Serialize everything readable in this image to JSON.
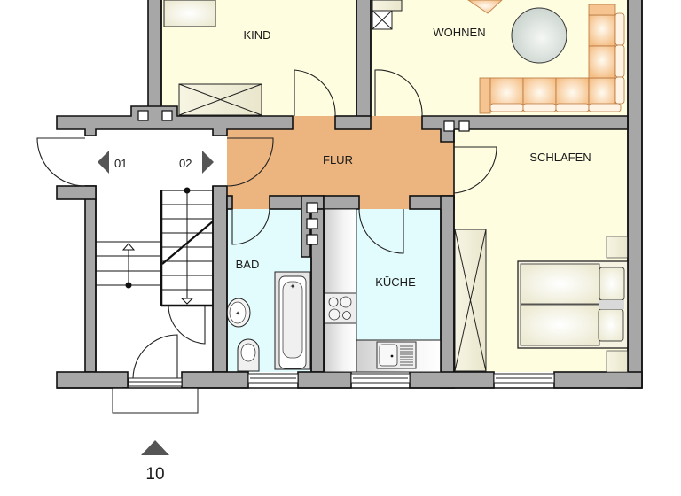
{
  "floorplan": {
    "rooms": [
      {
        "id": "kind",
        "label": "KIND"
      },
      {
        "id": "wohnen",
        "label": "WOHNEN"
      },
      {
        "id": "flur",
        "label": "FLUR"
      },
      {
        "id": "schlafen",
        "label": "SCHLAFEN"
      },
      {
        "id": "bad",
        "label": "BAD"
      },
      {
        "id": "kueche",
        "label": "KÜCHE"
      }
    ],
    "stairwell": {
      "unit_left": "01",
      "unit_right": "02"
    },
    "entrance": {
      "number": "10"
    }
  },
  "colors": {
    "wall": "#a7a7a7",
    "outline": "#111111",
    "living_rooms": "#fefde0",
    "hallway": "#ecb47e",
    "wet_rooms": "#e2fbfd",
    "stairwell": "#ffffff",
    "sofa": "#f7c894",
    "arrow": "#555555"
  },
  "legend_icons": {
    "left_arrow": "triangle-left-icon",
    "right_arrow": "triangle-right-icon",
    "entrance_arrow": "triangle-up-icon"
  }
}
